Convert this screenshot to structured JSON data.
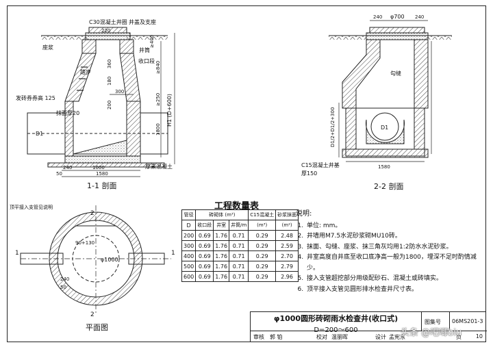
{
  "section11": {
    "title": "1-1 剖面",
    "labels": {
      "c30": "C30混凝土井圈",
      "cover": "井盖及支座",
      "body": "井筒",
      "seat": "座浆",
      "ladder": "踏步",
      "neck": "收口段",
      "arch": "发砖券券高 125",
      "plaster": "抹面厚20",
      "bedding": "厚素混凝土",
      "h": "H1 (D+600)",
      "d1": "D1"
    },
    "dims": {
      "d220": "220",
      "d400": "≥400",
      "d360": "360",
      "d840": "≥840",
      "d180": "180",
      "d300": "300",
      "d200": "200",
      "d250": "≥250",
      "d1800": "1800",
      "d240": "240",
      "d1000": "1000",
      "d50": "50",
      "d1580": "1580"
    }
  },
  "section22": {
    "title": "2-2 剖面",
    "labels": {
      "phi700": "φ700",
      "joint": "勾缝",
      "d1": "D1",
      "hdim": "D1/2+D1/2+300",
      "c15": "C15混凝土井基",
      "thick": "厚150"
    },
    "dims": {
      "d240l": "240",
      "d240r": "240",
      "d1580": "1580"
    }
  },
  "plan": {
    "title": "平面图",
    "note": "顶平接入支管见说明",
    "phi": "φ1000",
    "d240": "240",
    "d50": "50",
    "d1": "1",
    "d2": "2",
    "dim": "90+130"
  },
  "quantity": {
    "title": "工程数量表",
    "h_pipe": "管径",
    "h_masonry": "砖砌体 (m³)",
    "h_concrete": "C15混凝土",
    "h_plaster": "砂浆抹面",
    "h_d": "D",
    "h_neck": "收口段",
    "h_body": "井室",
    "h_shaft": "井筒/m",
    "h_m3": "(m³)",
    "h_m2": "(m²)",
    "rows": [
      [
        "200",
        "0.69",
        "1.76",
        "0.71",
        "0.29",
        "2.48"
      ],
      [
        "300",
        "0.69",
        "1.76",
        "0.71",
        "0.29",
        "2.59"
      ],
      [
        "400",
        "0.69",
        "1.76",
        "0.71",
        "0.29",
        "2.70"
      ],
      [
        "500",
        "0.69",
        "1.76",
        "0.71",
        "0.29",
        "2.79"
      ],
      [
        "600",
        "0.69",
        "1.76",
        "0.71",
        "0.29",
        "2.96"
      ]
    ]
  },
  "notes": {
    "head": "说明:",
    "items": [
      "单位: mm。",
      "井墙用M7.5水泥砂浆砌MU10砖。",
      "抹面、勾缝、座浆、抹三角灰均用1:2防水水泥砂浆。",
      "井室高度自井底至收口底净高一般为1800，埋深不足时酌情减少。",
      "接入支管超挖部分用级配砂石、混凝土或砖填实。",
      "顶平接入支管见圆形排水检查井尺寸表。"
    ]
  },
  "titleblock": {
    "line1": "φ1000圆形砖砌雨水检查井(收口式)",
    "line2": "D=200～600",
    "atlas_label": "图集号",
    "atlas_value": "06MS201-3",
    "page_label": "页",
    "sign": [
      "审核",
      "郭 铂",
      "校对",
      "温丽晖",
      "设计",
      "孟宪东"
    ],
    "page": "10"
  },
  "watermark": "头条 @吧唧biu"
}
